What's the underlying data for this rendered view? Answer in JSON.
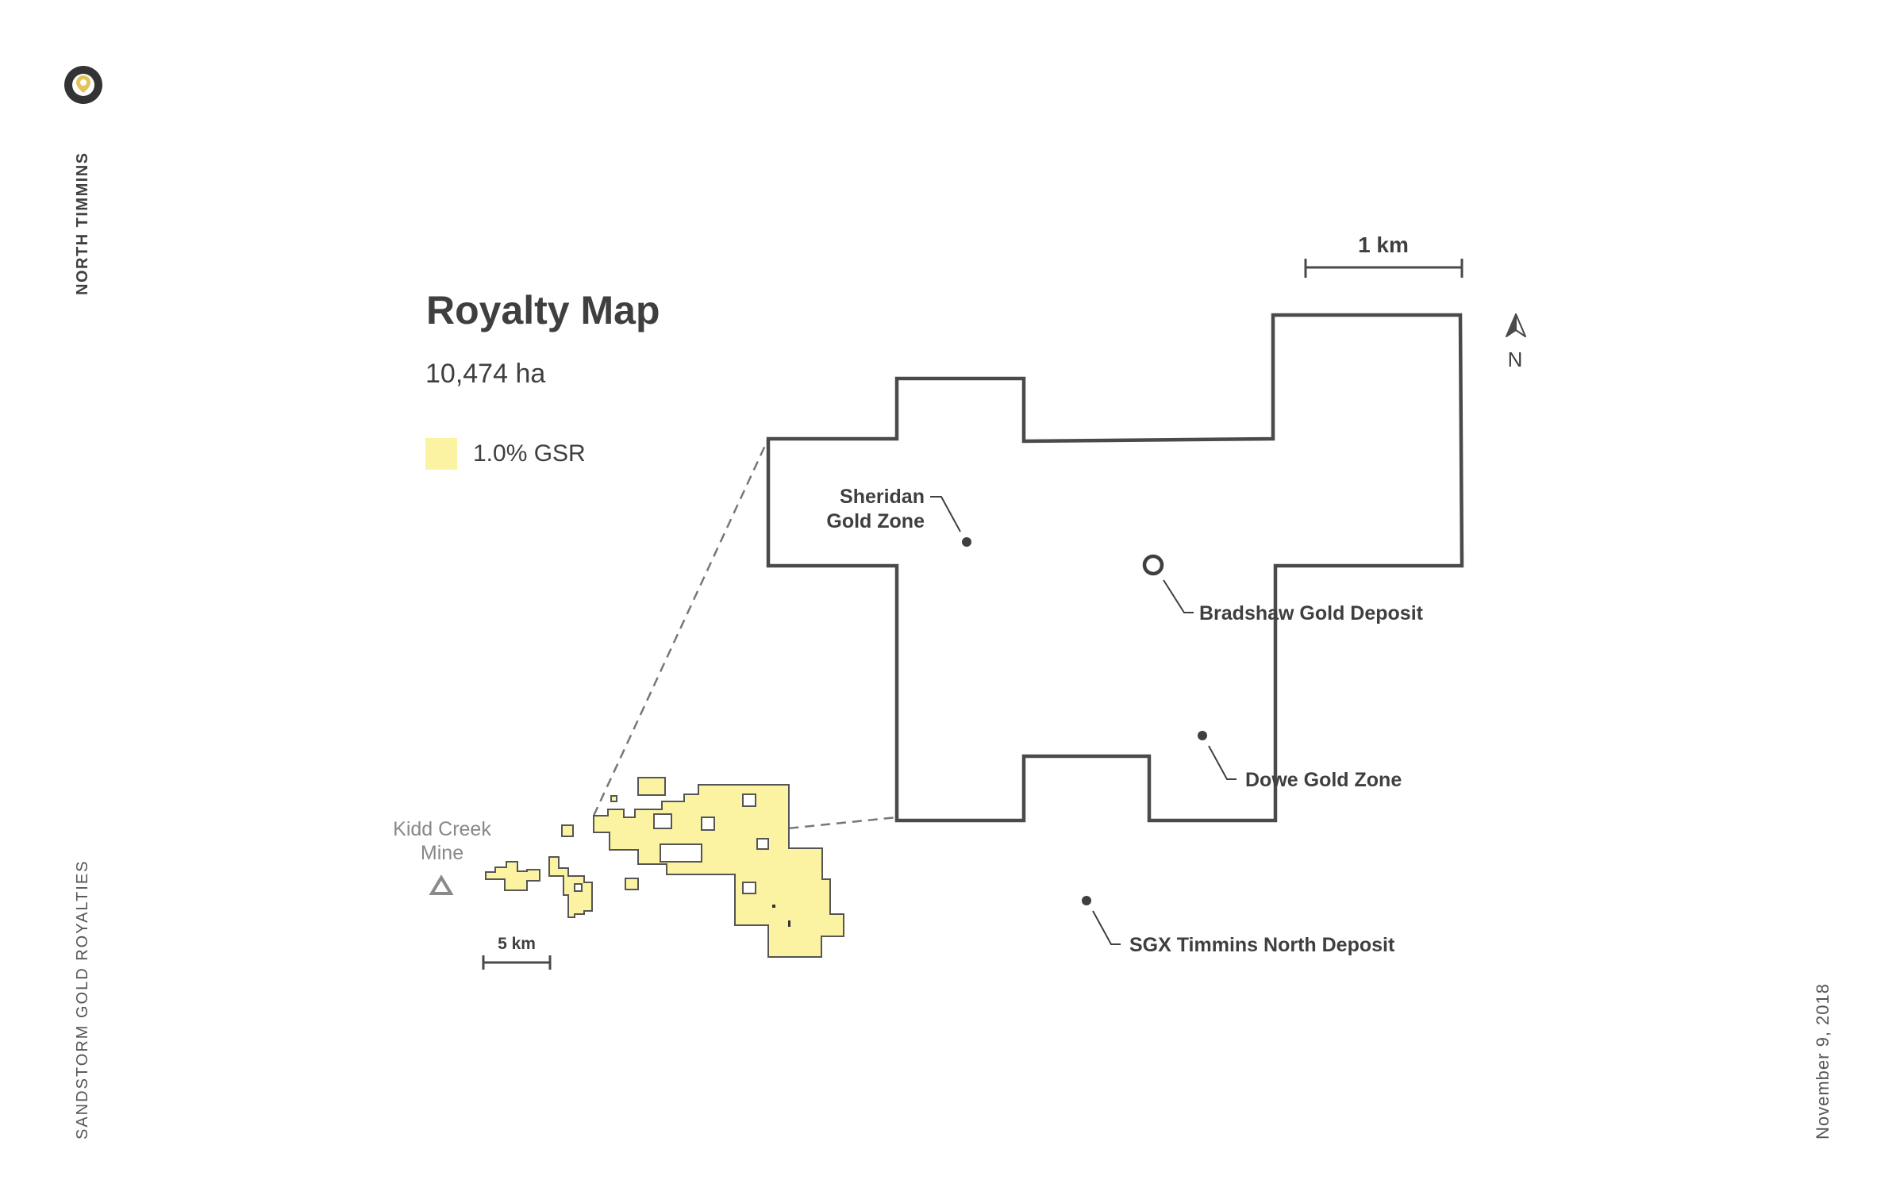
{
  "sidebar": {
    "project_name": "NORTH TIMMINS",
    "company": "SANDSTORM GOLD ROYALTIES",
    "date": "November 9, 2018",
    "logo_icon": "sandstorm-logo-icon"
  },
  "header": {
    "title": "Royalty Map",
    "area": "10,474 ha"
  },
  "legend": {
    "label": "1.0% GSR",
    "swatch_color": "#fbf3a1"
  },
  "map": {
    "scale_main": "1 km",
    "scale_inset": "5 km",
    "north_label": "N",
    "mine_label_line1": "Kidd Creek",
    "mine_label_line2": "Mine",
    "deposits": {
      "sheridan_line1": "Sheridan",
      "sheridan_line2": "Gold Zone",
      "bradshaw": "Bradshaw Gold Deposit",
      "dowe": "Dowe Gold Zone",
      "sgx": "SGX Timmins North Deposit"
    },
    "colors": {
      "outline": "#4a4a4a",
      "royalty_fill": "#fbf3a1",
      "royalty_stroke": "#555555",
      "mine_marker": "#8a8a8a",
      "logo_ring": "#333333",
      "logo_gold": "#e3c35a"
    }
  }
}
